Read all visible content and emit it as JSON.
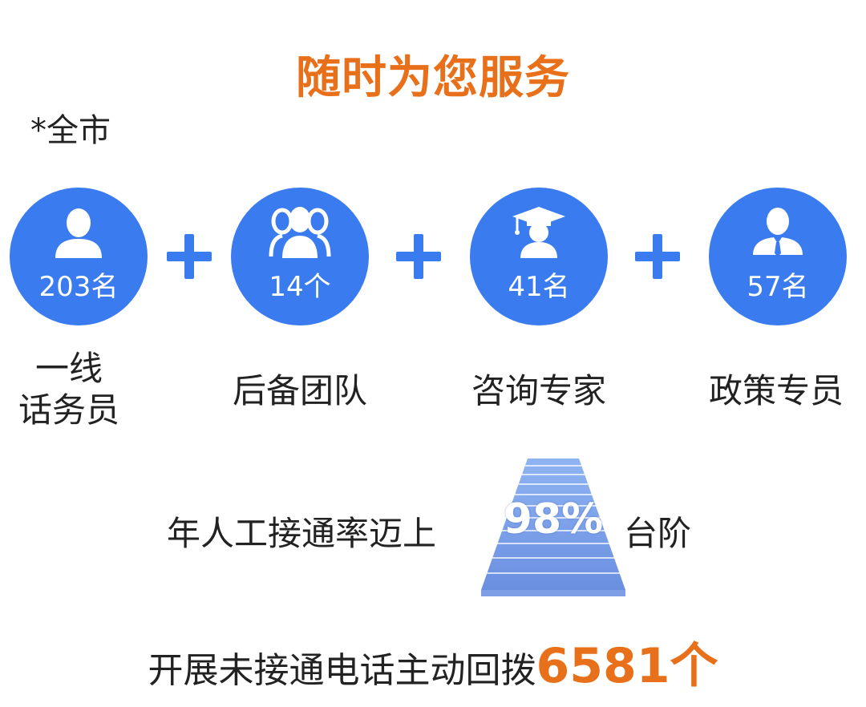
{
  "title": "随时为您服务",
  "scope": "*全市",
  "colors": {
    "accent": "#E8701A",
    "blue": "#3A7BF0"
  },
  "items": [
    {
      "icon": "person-icon",
      "count": "203名",
      "label_line1": "一线",
      "label_line2": "话务员"
    },
    {
      "icon": "group-icon",
      "count": "14个",
      "label": "后备团队"
    },
    {
      "icon": "graduate-icon",
      "count": "41名",
      "label": "咨询专家"
    },
    {
      "icon": "official-icon",
      "count": "57名",
      "label": "政策专员"
    }
  ],
  "rate": {
    "prefix": "年人工接通率迈上",
    "value": "98%",
    "suffix": "台阶"
  },
  "callback": {
    "text": "开展未接通电话主动回拨",
    "count": "6581个"
  }
}
